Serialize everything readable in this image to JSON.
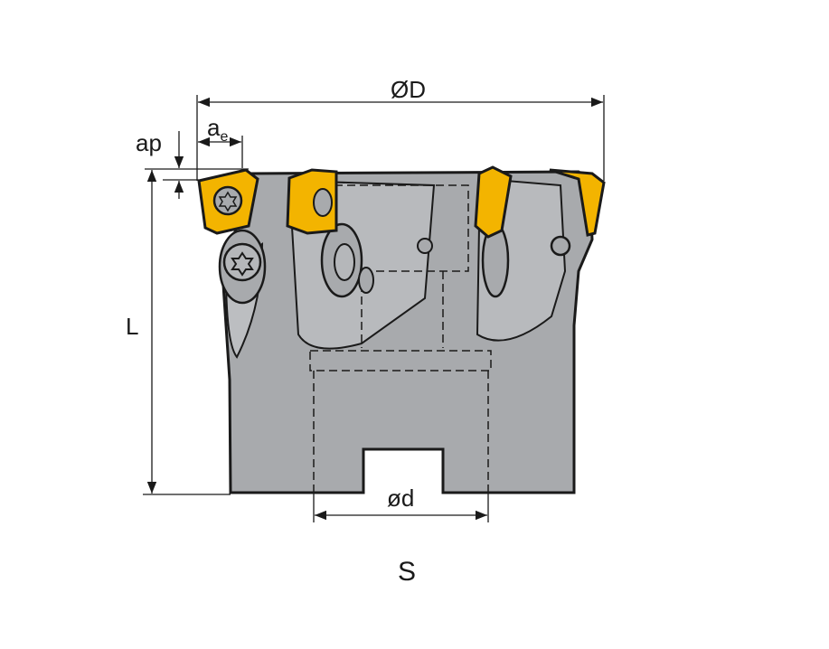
{
  "title": "S",
  "dimensions": {
    "outer_diameter": "ØD",
    "radial_depth": "a",
    "radial_depth_sub": "e",
    "axial_depth": "ap",
    "length": "L",
    "bore_diameter": "ød"
  },
  "colors": {
    "body": "#a8aaad",
    "insert": "#f3b400",
    "line": "#1a1a1a"
  }
}
